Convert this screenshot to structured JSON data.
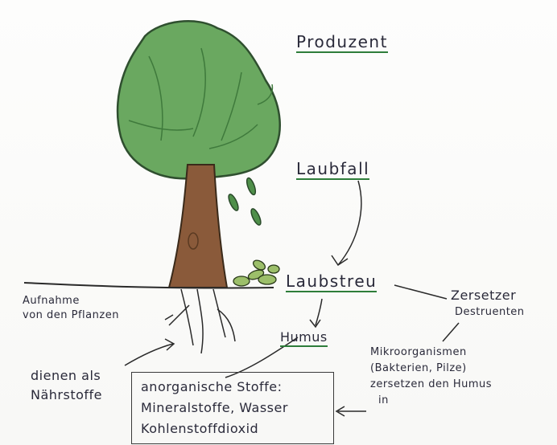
{
  "labels": {
    "produzent": "Produzent",
    "laubfall": "Laubfall",
    "laubstreu": "Laubstreu",
    "humus": "Humus",
    "aufnahme_line1": "Aufnahme",
    "aufnahme_line2": "von den Pflanzen",
    "zersetzer_line1": "Zersetzer",
    "zersetzer_line2": "Destruenten",
    "mikro_line1": "Mikroorganismen",
    "mikro_line2": "(Bakterien, Pilze)",
    "mikro_line3": "zersetzen den Humus",
    "mikro_line4": "in",
    "dienen_line1": "dienen als",
    "dienen_line2": "Nährstoffe",
    "box_line1": "anorganische Stoffe:",
    "box_line2": "Mineralstoffe, Wasser",
    "box_line3": "Kohlenstoffdioxid"
  },
  "colors": {
    "foliage": "#6aa860",
    "foliage_dark": "#3f7a3c",
    "trunk": "#8a5a3a",
    "underline": "#2e7d3a",
    "ink": "#2a2a3a"
  }
}
